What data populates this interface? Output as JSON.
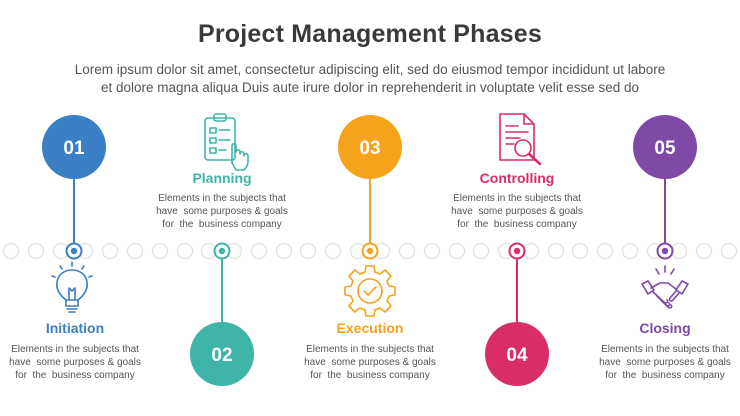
{
  "header": {
    "title": "Project Management Phases",
    "subtitle_line1": "Lorem ipsum dolor sit amet, consectetur adipiscing elit, sed do eiusmod tempor incididunt ut labore",
    "subtitle_line2": "et dolore magna aliqua Duis aute irure dolor in reprehenderit in voluptate velit esse sed do"
  },
  "phases": [
    {
      "number": "01",
      "label": "Initiation",
      "color": "#3b7fc4",
      "icon": "lightbulb-icon",
      "desc": [
        "Elements in the subjects that",
        "have  some purposes & goals",
        "for  the  business company"
      ]
    },
    {
      "number": "02",
      "label": "Planning",
      "color": "#3fb5a8",
      "icon": "clipboard-hand-icon",
      "desc": [
        "Elements in the subjects that",
        "have  some purposes & goals",
        "for  the  business company"
      ]
    },
    {
      "number": "03",
      "label": "Execution",
      "color": "#f5a31a",
      "icon": "gear-check-icon",
      "desc": [
        "Elements in the subjects that",
        "have  some purposes & goals",
        "for  the  business company"
      ]
    },
    {
      "number": "04",
      "label": "Controlling",
      "color": "#d92d6a",
      "icon": "document-search-icon",
      "desc": [
        "Elements in the subjects that",
        "have  some purposes & goals",
        "for  the  business company"
      ]
    },
    {
      "number": "05",
      "label": "Closing",
      "color": "#7e4aa6",
      "icon": "handshake-icon",
      "desc": [
        "Elements in the subjects that",
        "have  some purposes & goals",
        "for  the  business company"
      ]
    }
  ]
}
